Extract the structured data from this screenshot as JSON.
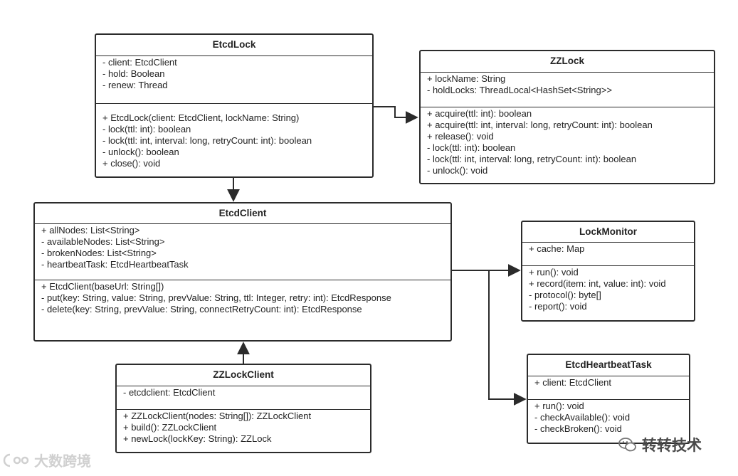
{
  "classes": {
    "etcdlock": {
      "name": "EtcdLock",
      "fields": [
        "- client: EtcdClient",
        "- hold: Boolean",
        "- renew: Thread"
      ],
      "methods": [
        "+ EtcdLock(client: EtcdClient, lockName: String)",
        "- lock(ttl: int): boolean",
        "- lock(ttl: int, interval: long, retryCount: int): boolean",
        "- unlock(): boolean",
        "+ close(): void"
      ]
    },
    "zzlock": {
      "name": "ZZLock",
      "fields": [
        "+ lockName: String",
        "- holdLocks: ThreadLocal<HashSet<String>>"
      ],
      "methods": [
        "+ acquire(ttl: int): boolean",
        "+ acquire(ttl: int, interval: long, retryCount: int): boolean",
        "+ release(): void",
        "- lock(ttl: int): boolean",
        "- lock(ttl: int, interval: long, retryCount: int): boolean",
        "- unlock(): void"
      ]
    },
    "etcdclient": {
      "name": "EtcdClient",
      "fields": [
        "+ allNodes: List<String>",
        "- availableNodes: List<String>",
        "- brokenNodes: List<String>",
        "- heartbeatTask: EtcdHeartbeatTask"
      ],
      "methods": [
        "+ EtcdClient(baseUrl: String[])",
        "- put(key: String, value: String, prevValue: String, ttl: Integer, retry: int): EtcdResponse",
        "- delete(key: String, prevValue: String, connectRetryCount: int): EtcdResponse"
      ]
    },
    "lockmonitor": {
      "name": "LockMonitor",
      "fields": [
        "+ cache: Map"
      ],
      "methods": [
        "+ run(): void",
        "+ record(item: int, value: int): void",
        "- protocol(): byte[]",
        "- report(): void"
      ]
    },
    "zzlockclient": {
      "name": "ZZLockClient",
      "fields": [
        "- etcdclient: EtcdClient"
      ],
      "methods": [
        "+ ZZLockClient(nodes: String[]): ZZLockClient",
        "+ build(): ZZLockClient",
        "+ newLock(lockKey: String): ZZLock"
      ]
    },
    "heartbeat": {
      "name": "EtcdHeartbeatTask",
      "fields": [
        "+ client: EtcdClient"
      ],
      "methods": [
        "+ run(): void",
        "- checkAvailable(): void",
        "- checkBroken(): void"
      ]
    }
  },
  "watermarks": {
    "left": "大数跨境",
    "right": "转转技术"
  },
  "colors": {
    "stroke": "#2b2b2b",
    "watermark_left": "#d0d0d0",
    "watermark_right": "#4a4a4a"
  }
}
